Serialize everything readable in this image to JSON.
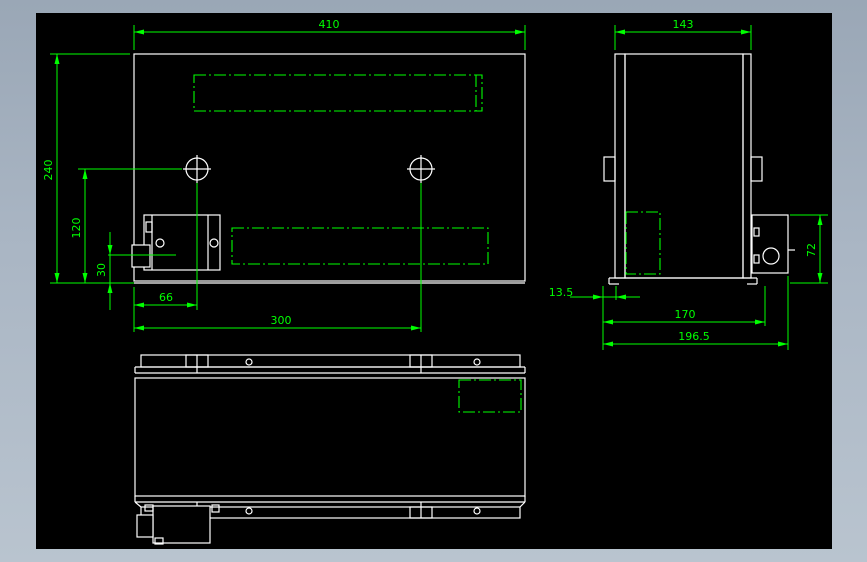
{
  "colors": {
    "background_outer": "#a4b0bf",
    "canvas": "#000000",
    "geometry": "#ffffff",
    "dimensions": "#00ff00"
  },
  "front_view": {
    "dims": {
      "width": "410",
      "height": "240",
      "hole_height": "120",
      "connector_height": "30",
      "hole1_offset": "66",
      "hole_spacing": "300"
    }
  },
  "side_view": {
    "dims": {
      "depth": "143",
      "foot": "13.5",
      "base_to_box": "170",
      "overall": "196.5",
      "box_height": "72"
    }
  }
}
